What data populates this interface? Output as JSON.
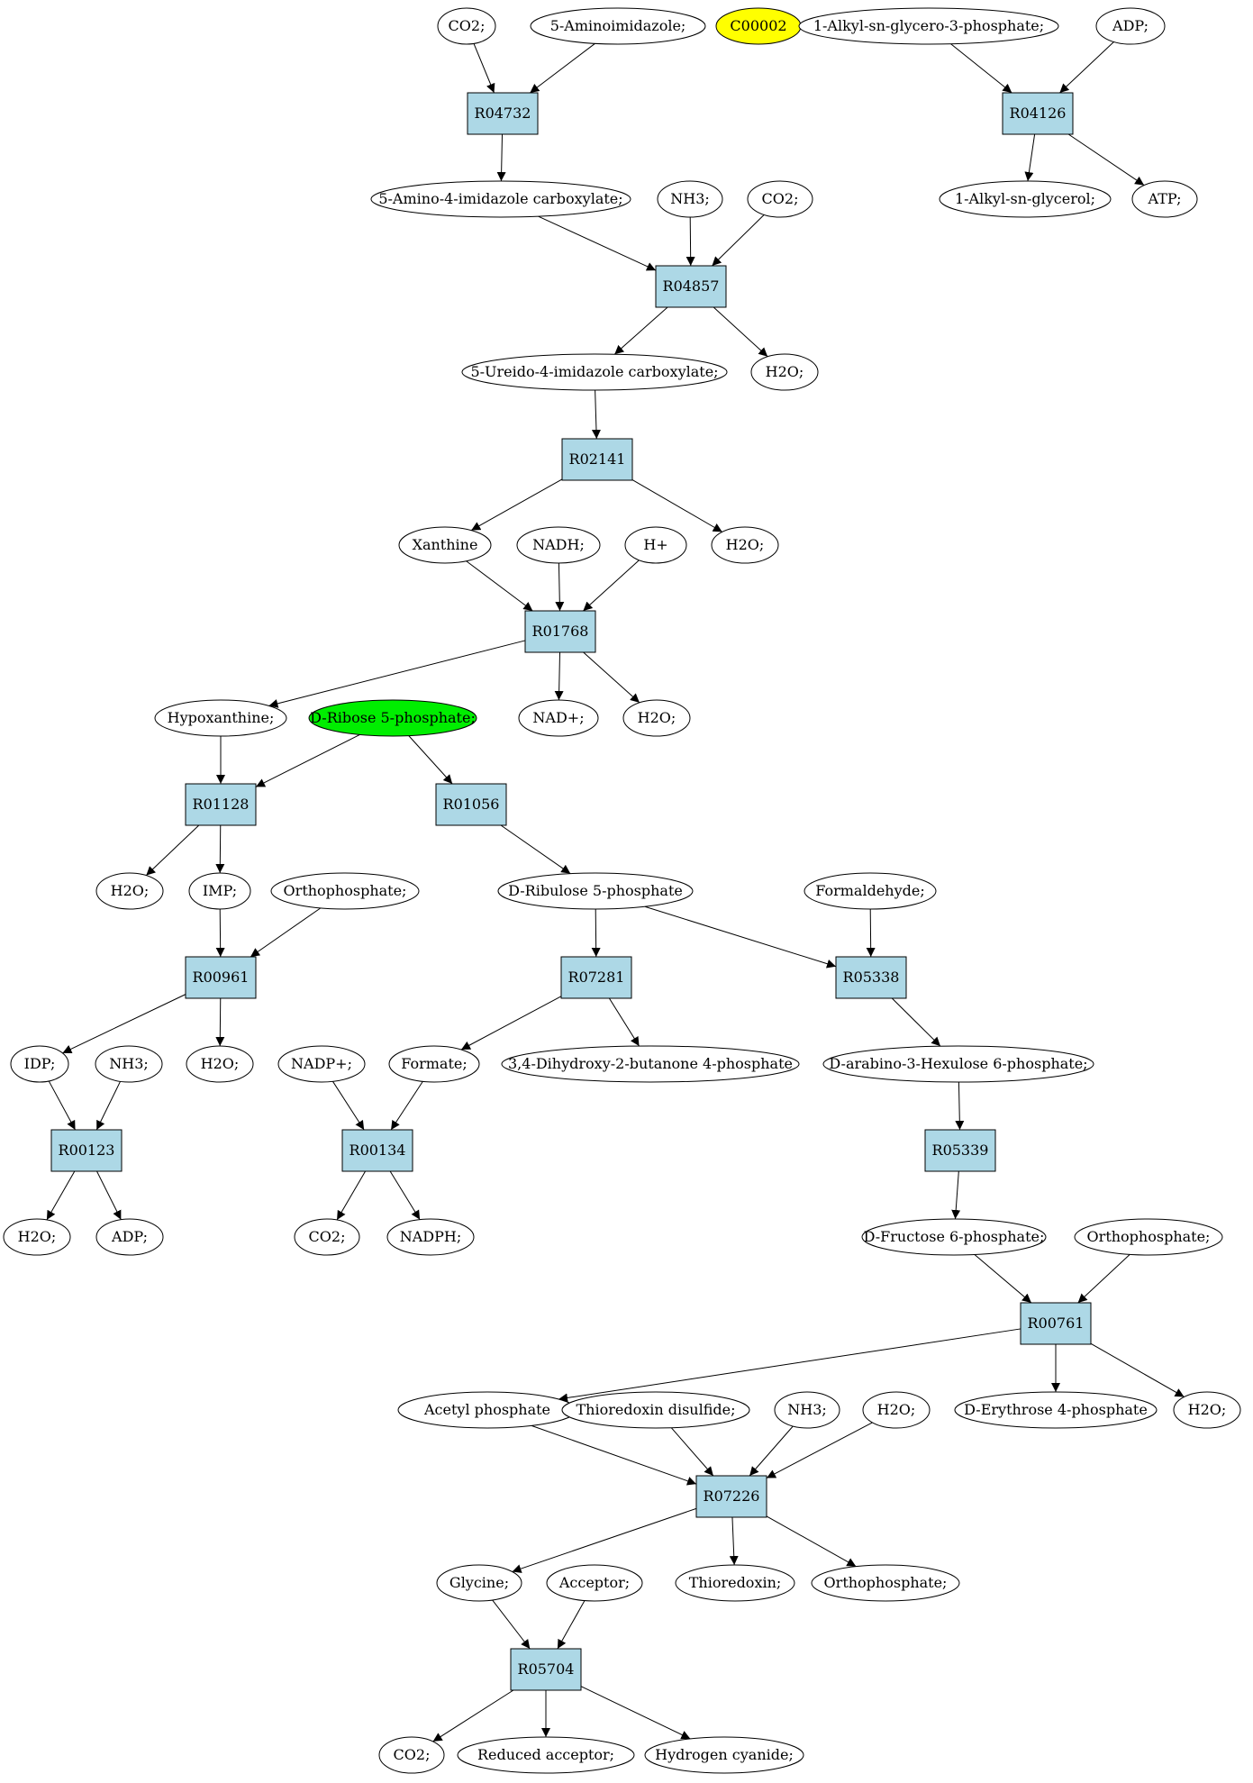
{
  "colors": {
    "reaction_fill": "#add8e6",
    "compound_fill": "#ffffff",
    "highlight_yellow": "#ffff00",
    "highlight_green": "#00ee00",
    "stroke": "#000000"
  },
  "compounds": [
    {
      "id": "c_co2_1",
      "label": "CO2;"
    },
    {
      "id": "c_aminoimidazole",
      "label": "5-Aminoimidazole;"
    },
    {
      "id": "c_c00002",
      "label": "C00002",
      "fill": "yellow"
    },
    {
      "id": "c_alkylgp",
      "label": "1-Alkyl-sn-glycero-3-phosphate;"
    },
    {
      "id": "c_adp_1",
      "label": "ADP;"
    },
    {
      "id": "c_aica",
      "label": "5-Amino-4-imidazole carboxylate;"
    },
    {
      "id": "c_nh3_1",
      "label": "NH3;"
    },
    {
      "id": "c_co2_2",
      "label": "CO2;"
    },
    {
      "id": "c_alkylglycerol",
      "label": "1-Alkyl-sn-glycerol;"
    },
    {
      "id": "c_atp",
      "label": "ATP;"
    },
    {
      "id": "c_uica",
      "label": "5-Ureido-4-imidazole carboxylate;"
    },
    {
      "id": "c_h2o_1",
      "label": "H2O;"
    },
    {
      "id": "c_xanthine",
      "label": "Xanthine"
    },
    {
      "id": "c_nadh",
      "label": "NADH;"
    },
    {
      "id": "c_hplus",
      "label": "H+"
    },
    {
      "id": "c_h2o_2",
      "label": "H2O;"
    },
    {
      "id": "c_hypoxanthine",
      "label": "Hypoxanthine;"
    },
    {
      "id": "c_ribose5p",
      "label": "D-Ribose 5-phosphate;",
      "fill": "green"
    },
    {
      "id": "c_nadplus",
      "label": "NAD+;"
    },
    {
      "id": "c_h2o_3",
      "label": "H2O;"
    },
    {
      "id": "c_h2o_4",
      "label": "H2O;"
    },
    {
      "id": "c_imp",
      "label": "IMP;"
    },
    {
      "id": "c_orthophosphate_1",
      "label": "Orthophosphate;"
    },
    {
      "id": "c_ribulose5p",
      "label": "D-Ribulose 5-phosphate"
    },
    {
      "id": "c_formaldehyde",
      "label": "Formaldehyde;"
    },
    {
      "id": "c_idp",
      "label": "IDP;"
    },
    {
      "id": "c_nh3_2",
      "label": "NH3;"
    },
    {
      "id": "c_h2o_5",
      "label": "H2O;"
    },
    {
      "id": "c_nadpplus",
      "label": "NADP+;"
    },
    {
      "id": "c_formate",
      "label": "Formate;"
    },
    {
      "id": "c_dhbp",
      "label": "3,4-Dihydroxy-2-butanone 4-phosphate"
    },
    {
      "id": "c_hexulose6p",
      "label": "D-arabino-3-Hexulose 6-phosphate;"
    },
    {
      "id": "c_h2o_6",
      "label": "H2O;"
    },
    {
      "id": "c_adp_2",
      "label": "ADP;"
    },
    {
      "id": "c_co2_3",
      "label": "CO2;"
    },
    {
      "id": "c_nadph",
      "label": "NADPH;"
    },
    {
      "id": "c_fructose6p",
      "label": "D-Fructose 6-phosphate;"
    },
    {
      "id": "c_orthophosphate_2",
      "label": "Orthophosphate;"
    },
    {
      "id": "c_acetylphosphate",
      "label": "Acetyl phosphate"
    },
    {
      "id": "c_thioredoxin_disulfide",
      "label": "Thioredoxin disulfide;"
    },
    {
      "id": "c_nh3_3",
      "label": "NH3;"
    },
    {
      "id": "c_h2o_7",
      "label": "H2O;"
    },
    {
      "id": "c_erythrose4p",
      "label": "D-Erythrose 4-phosphate"
    },
    {
      "id": "c_h2o_8",
      "label": "H2O;"
    },
    {
      "id": "c_glycine",
      "label": "Glycine;"
    },
    {
      "id": "c_acceptor",
      "label": "Acceptor;"
    },
    {
      "id": "c_thioredoxin",
      "label": "Thioredoxin;"
    },
    {
      "id": "c_orthophosphate_3",
      "label": "Orthophosphate;"
    },
    {
      "id": "c_co2_4",
      "label": "CO2;"
    },
    {
      "id": "c_reduced_acceptor",
      "label": "Reduced acceptor;"
    },
    {
      "id": "c_hcn",
      "label": "Hydrogen cyanide;"
    }
  ],
  "reactions": [
    {
      "id": "r_R04732",
      "label": "R04732"
    },
    {
      "id": "r_R04126",
      "label": "R04126"
    },
    {
      "id": "r_R04857",
      "label": "R04857"
    },
    {
      "id": "r_R02141",
      "label": "R02141"
    },
    {
      "id": "r_R01768",
      "label": "R01768"
    },
    {
      "id": "r_R01128",
      "label": "R01128"
    },
    {
      "id": "r_R01056",
      "label": "R01056"
    },
    {
      "id": "r_R00961",
      "label": "R00961"
    },
    {
      "id": "r_R07281",
      "label": "R07281"
    },
    {
      "id": "r_R05338",
      "label": "R05338"
    },
    {
      "id": "r_R00123",
      "label": "R00123"
    },
    {
      "id": "r_R00134",
      "label": "R00134"
    },
    {
      "id": "r_R05339",
      "label": "R05339"
    },
    {
      "id": "r_R00761",
      "label": "R00761"
    },
    {
      "id": "r_R07226",
      "label": "R07226"
    },
    {
      "id": "r_R05704",
      "label": "R05704"
    }
  ],
  "edges": [
    [
      "c_co2_1",
      "r_R04732"
    ],
    [
      "c_aminoimidazole",
      "r_R04732"
    ],
    [
      "r_R04732",
      "c_aica"
    ],
    [
      "c_alkylgp",
      "r_R04126"
    ],
    [
      "c_adp_1",
      "r_R04126"
    ],
    [
      "r_R04126",
      "c_alkylglycerol"
    ],
    [
      "r_R04126",
      "c_atp"
    ],
    [
      "c_aica",
      "r_R04857"
    ],
    [
      "c_nh3_1",
      "r_R04857"
    ],
    [
      "c_co2_2",
      "r_R04857"
    ],
    [
      "r_R04857",
      "c_uica"
    ],
    [
      "r_R04857",
      "c_h2o_1"
    ],
    [
      "c_uica",
      "r_R02141"
    ],
    [
      "r_R02141",
      "c_xanthine"
    ],
    [
      "r_R02141",
      "c_h2o_2"
    ],
    [
      "c_xanthine",
      "r_R01768"
    ],
    [
      "c_nadh",
      "r_R01768"
    ],
    [
      "c_hplus",
      "r_R01768"
    ],
    [
      "r_R01768",
      "c_hypoxanthine"
    ],
    [
      "r_R01768",
      "c_nadplus"
    ],
    [
      "r_R01768",
      "c_h2o_3"
    ],
    [
      "c_hypoxanthine",
      "r_R01128"
    ],
    [
      "c_ribose5p",
      "r_R01128"
    ],
    [
      "c_ribose5p",
      "r_R01056"
    ],
    [
      "r_R01128",
      "c_h2o_4"
    ],
    [
      "r_R01128",
      "c_imp"
    ],
    [
      "r_R01056",
      "c_ribulose5p"
    ],
    [
      "c_imp",
      "r_R00961"
    ],
    [
      "c_orthophosphate_1",
      "r_R00961"
    ],
    [
      "c_ribulose5p",
      "r_R07281"
    ],
    [
      "c_ribulose5p",
      "r_R05338"
    ],
    [
      "c_formaldehyde",
      "r_R05338"
    ],
    [
      "r_R00961",
      "c_idp"
    ],
    [
      "r_R00961",
      "c_h2o_5"
    ],
    [
      "r_R07281",
      "c_formate"
    ],
    [
      "r_R07281",
      "c_dhbp"
    ],
    [
      "r_R05338",
      "c_hexulose6p"
    ],
    [
      "c_idp",
      "r_R00123"
    ],
    [
      "c_nh3_2",
      "r_R00123"
    ],
    [
      "c_nadpplus",
      "r_R00134"
    ],
    [
      "c_formate",
      "r_R00134"
    ],
    [
      "c_hexulose6p",
      "r_R05339"
    ],
    [
      "r_R00123",
      "c_h2o_6"
    ],
    [
      "r_R00123",
      "c_adp_2"
    ],
    [
      "r_R00134",
      "c_co2_3"
    ],
    [
      "r_R00134",
      "c_nadph"
    ],
    [
      "r_R05339",
      "c_fructose6p"
    ],
    [
      "c_fructose6p",
      "r_R00761"
    ],
    [
      "c_orthophosphate_2",
      "r_R00761"
    ],
    [
      "r_R00761",
      "c_acetylphosphate"
    ],
    [
      "r_R00761",
      "c_erythrose4p"
    ],
    [
      "r_R00761",
      "c_h2o_8"
    ],
    [
      "c_acetylphosphate",
      "r_R07226"
    ],
    [
      "c_thioredoxin_disulfide",
      "r_R07226"
    ],
    [
      "c_nh3_3",
      "r_R07226"
    ],
    [
      "c_h2o_7",
      "r_R07226"
    ],
    [
      "r_R07226",
      "c_glycine"
    ],
    [
      "r_R07226",
      "c_thioredoxin"
    ],
    [
      "r_R07226",
      "c_orthophosphate_3"
    ],
    [
      "c_glycine",
      "r_R05704"
    ],
    [
      "c_acceptor",
      "r_R05704"
    ],
    [
      "r_R05704",
      "c_co2_4"
    ],
    [
      "r_R05704",
      "c_reduced_acceptor"
    ],
    [
      "r_R05704",
      "c_hcn"
    ]
  ]
}
